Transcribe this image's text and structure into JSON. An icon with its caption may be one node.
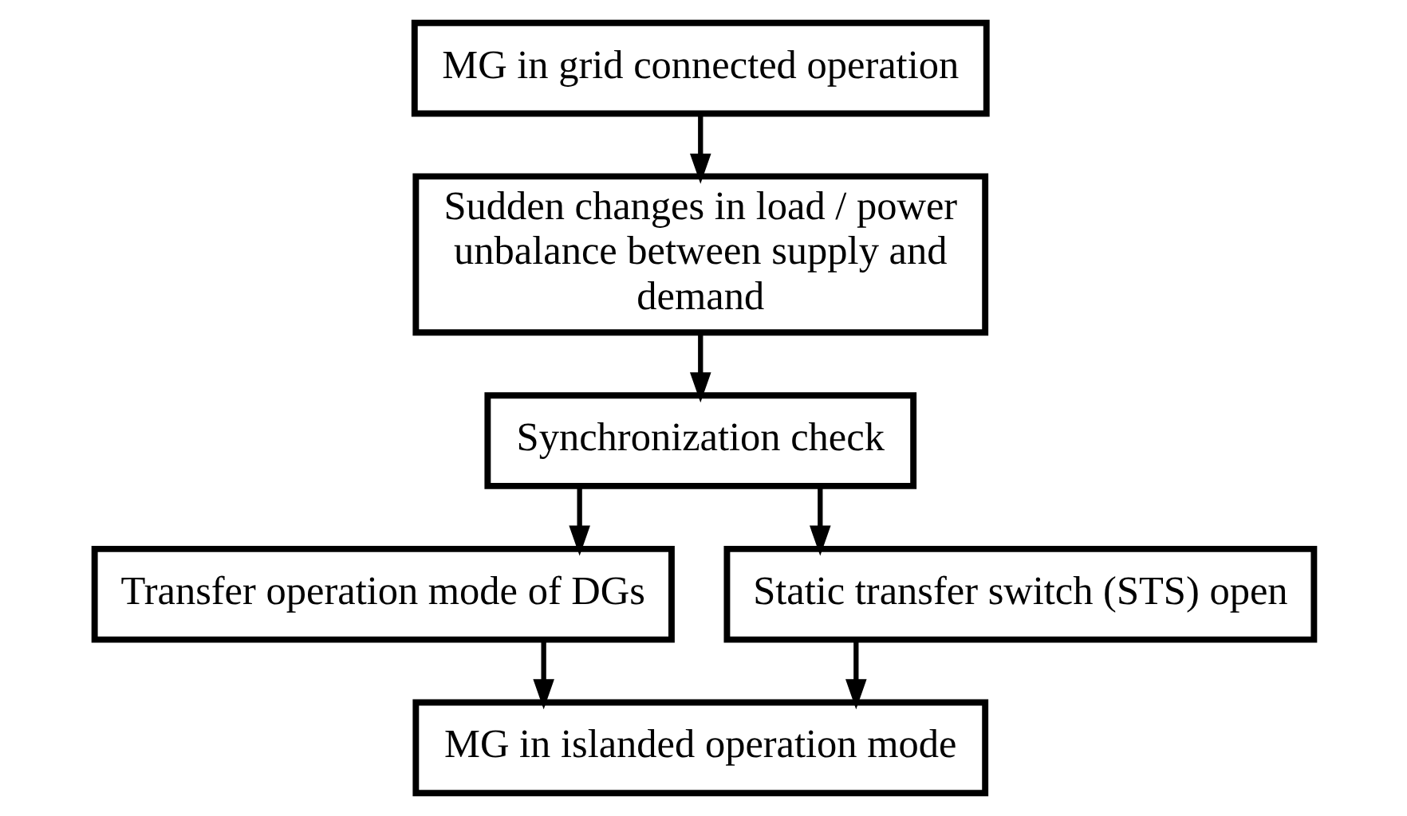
{
  "diagram": {
    "nodes": [
      {
        "text": [
          "MG in grid connected operation"
        ]
      },
      {
        "text": [
          "Sudden changes in load / power unbalance between supply and demand"
        ]
      },
      {
        "text": [
          "Synchronization check"
        ]
      },
      {
        "text": [
          "Transfer operation mode of DGs"
        ]
      },
      {
        "text": [
          "Static transfer switch (STS) open"
        ]
      },
      {
        "text": [
          "MG in islanded operation mode"
        ]
      }
    ],
    "edges": [
      {
        "from": 0,
        "to": 1,
        "arrow": "to"
      },
      {
        "from": 1,
        "to": 2,
        "arrow": "to"
      },
      {
        "from": 2,
        "to": 3,
        "arrow": "to"
      },
      {
        "from": 2,
        "to": 4,
        "arrow": "to"
      },
      {
        "from": 3,
        "to": 5,
        "arrow": "to"
      },
      {
        "from": 4,
        "to": 5,
        "arrow": "to"
      }
    ]
  }
}
